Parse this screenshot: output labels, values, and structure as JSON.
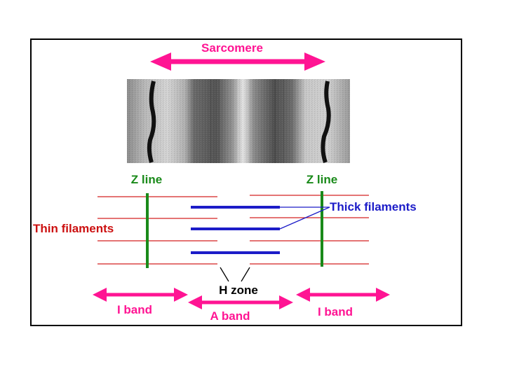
{
  "diagram": {
    "labels": {
      "sarcomere": "Sarcomere",
      "z_line_left": "Z line",
      "z_line_right": "Z line",
      "thick_filaments": "Thick filaments",
      "thin_filaments": "Thin filaments",
      "h_zone": "H zone",
      "i_band_left": "I band",
      "a_band": "A band",
      "i_band_right": "I band"
    },
    "colors": {
      "arrow": "#ff1493",
      "z_line": "#1a8a1a",
      "thick": "#1c1cc8",
      "thin": "#d42020",
      "thin_label": "#cc1010",
      "thick_label": "#1c1cc8",
      "z_label": "#1a8a1a",
      "text": "#000000",
      "frame": "#000000"
    }
  }
}
